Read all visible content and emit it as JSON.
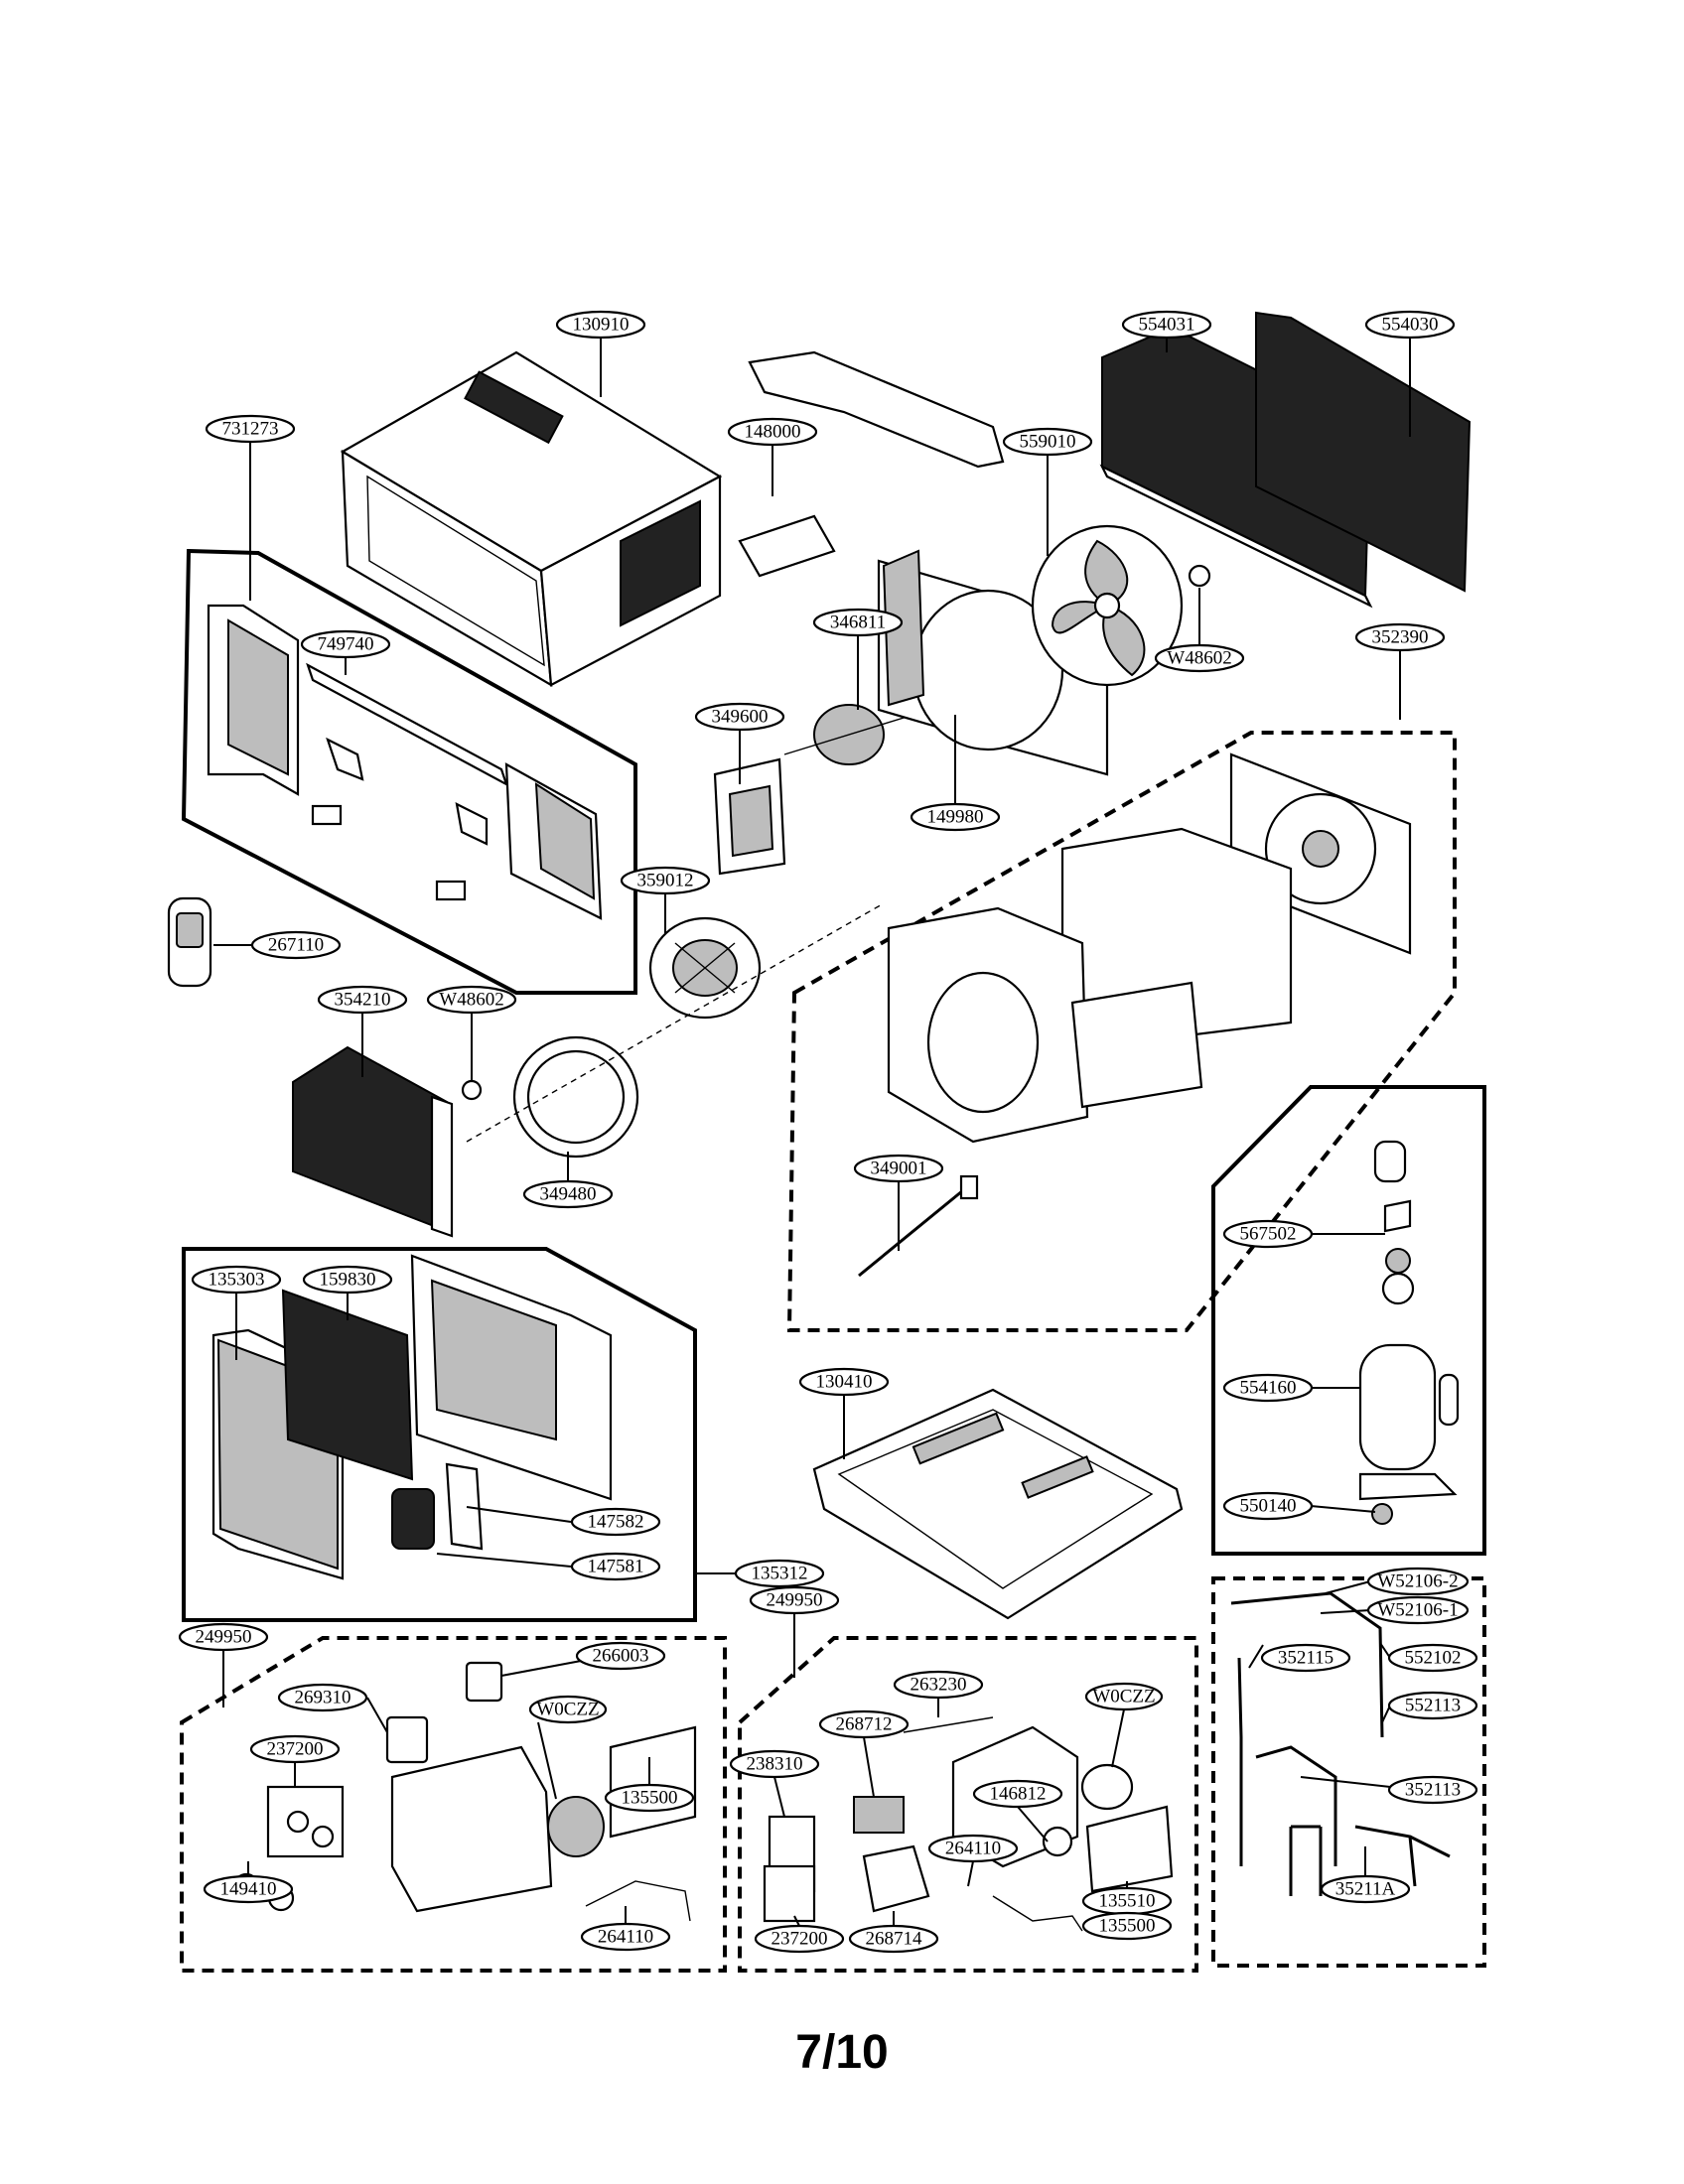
{
  "page": {
    "number": "7/10"
  },
  "labels": {
    "cabinet": "130910",
    "side_curtain_assy": "731273",
    "curtain_rail": "749740",
    "remote_control": "267110",
    "air_guide": "148000",
    "fan_motor": "346811",
    "motor_mount": "349600",
    "shroud_front": "149980",
    "fan_propeller": "559010",
    "nut_top": "W48602",
    "cond_coil_a": "554031",
    "cond_coil_b": "554030",
    "base_shroud_assy": "352390",
    "turbo_fan": "359012",
    "evap_coil": "354210",
    "nut_mid": "W48602",
    "orifice": "349480",
    "heater_rod": "349001",
    "grille_panel": "135303",
    "air_filter": "159830",
    "louver_a": "147582",
    "louver_b": "147581",
    "front_grille_assy": "135312",
    "base_pan": "130410",
    "comp_part_a": "567502",
    "compressor": "554160",
    "comp_foot": "550140",
    "ctrl_assy_left": "249950",
    "ctrl_assy_right": "249950",
    "capacitor_clip": "266003",
    "switch_left": "269310",
    "control_box_left": "237200",
    "capacitor_left": "W0CZZ",
    "cover_left": "135500",
    "knob": "149410",
    "harness_left": "264110",
    "wire_top": "263230",
    "pcb_display": "268712",
    "cover_pcb": "238310",
    "capacitor_right": "W0CZZ",
    "motor_step": "146812",
    "harness_right": "264110",
    "control_box_right": "237200",
    "pcb_main": "268714",
    "cover_right_a": "135510",
    "cover_right_b": "135500",
    "pipe_a": "W52106-2",
    "pipe_b": "W52106-1",
    "pipe_c": "352115",
    "pipe_d": "552102",
    "pipe_e": "552113",
    "pipe_f": "352113",
    "pipe_g": "35211A"
  }
}
